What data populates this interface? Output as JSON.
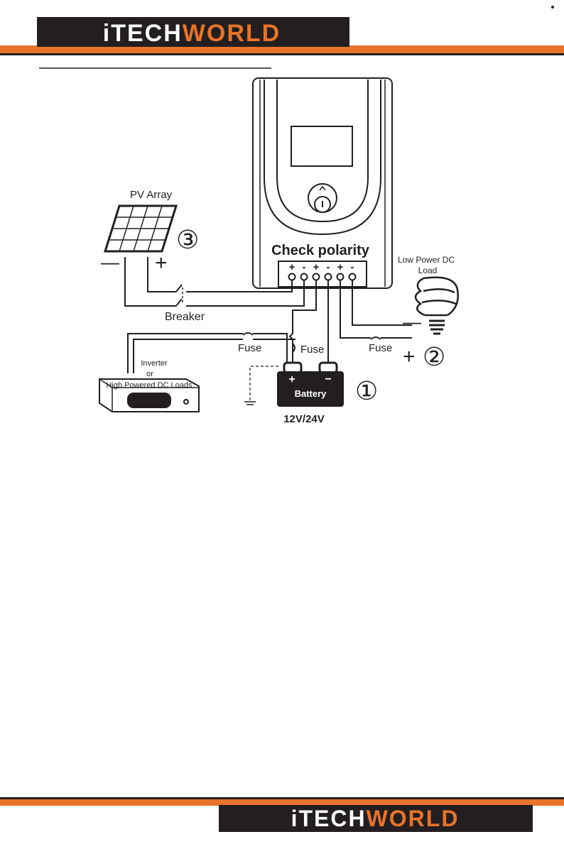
{
  "header": {
    "brand_part1": "iTECH",
    "brand_part2": "WORLD"
  },
  "footer": {
    "brand_part1": "iTECH",
    "brand_part2": "WORLD"
  },
  "diagram": {
    "pv_array_label": "PV Array",
    "pv_marker": "③",
    "pv_minus": "—",
    "pv_plus": "+",
    "breaker_label": "Breaker",
    "controller_text": "Check polarity",
    "terminal_signs": [
      "+",
      "-",
      "+",
      "-",
      "+",
      "-"
    ],
    "load_label_line1": "Low Power DC",
    "load_label_line2": "Load",
    "load_minus": "—",
    "load_plus": "+",
    "load_marker": "②",
    "fuse_labels": [
      "Fuse",
      "Fuse",
      "Fuse"
    ],
    "inverter_line1": "Inverter",
    "inverter_line2": "or",
    "inverter_line3": "High Powered DC Loads",
    "battery_label": "Battery",
    "battery_plus": "+",
    "battery_minus": "−",
    "battery_marker": "①",
    "voltage_label": "12V/24V"
  },
  "colors": {
    "orange": "#e8732a",
    "dark": "#231f20"
  }
}
